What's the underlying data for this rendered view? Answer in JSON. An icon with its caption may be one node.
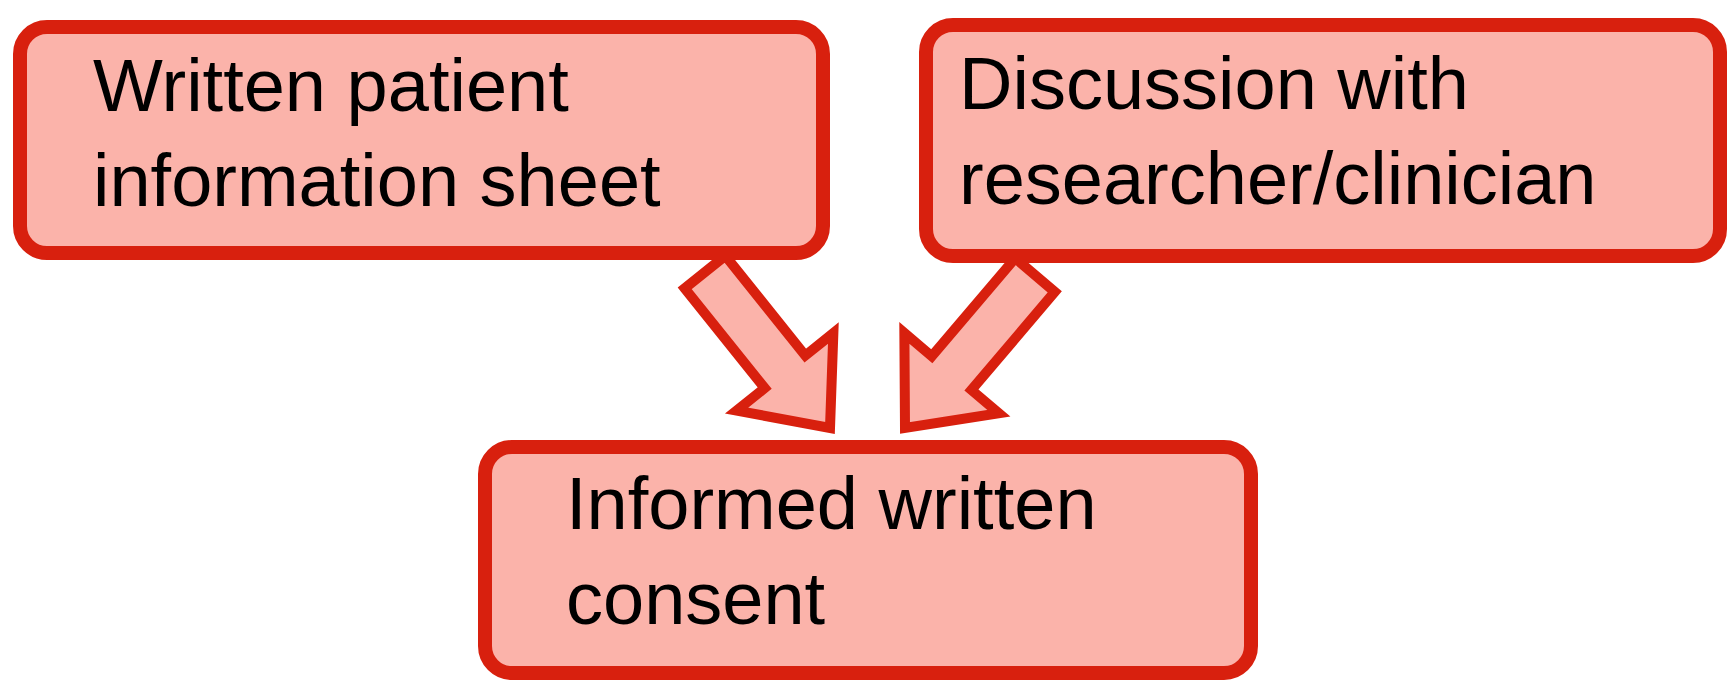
{
  "diagram": {
    "nodes": [
      {
        "text": [
          "Written patient information sheet"
        ]
      },
      {
        "text": [
          "Discussion with researcher/clinician"
        ]
      },
      {
        "text": [
          "Informed written consent"
        ]
      }
    ],
    "edges": [
      {
        "from": 0,
        "to": 2,
        "arrow": "to"
      },
      {
        "from": 1,
        "to": 2,
        "arrow": "to"
      }
    ]
  }
}
